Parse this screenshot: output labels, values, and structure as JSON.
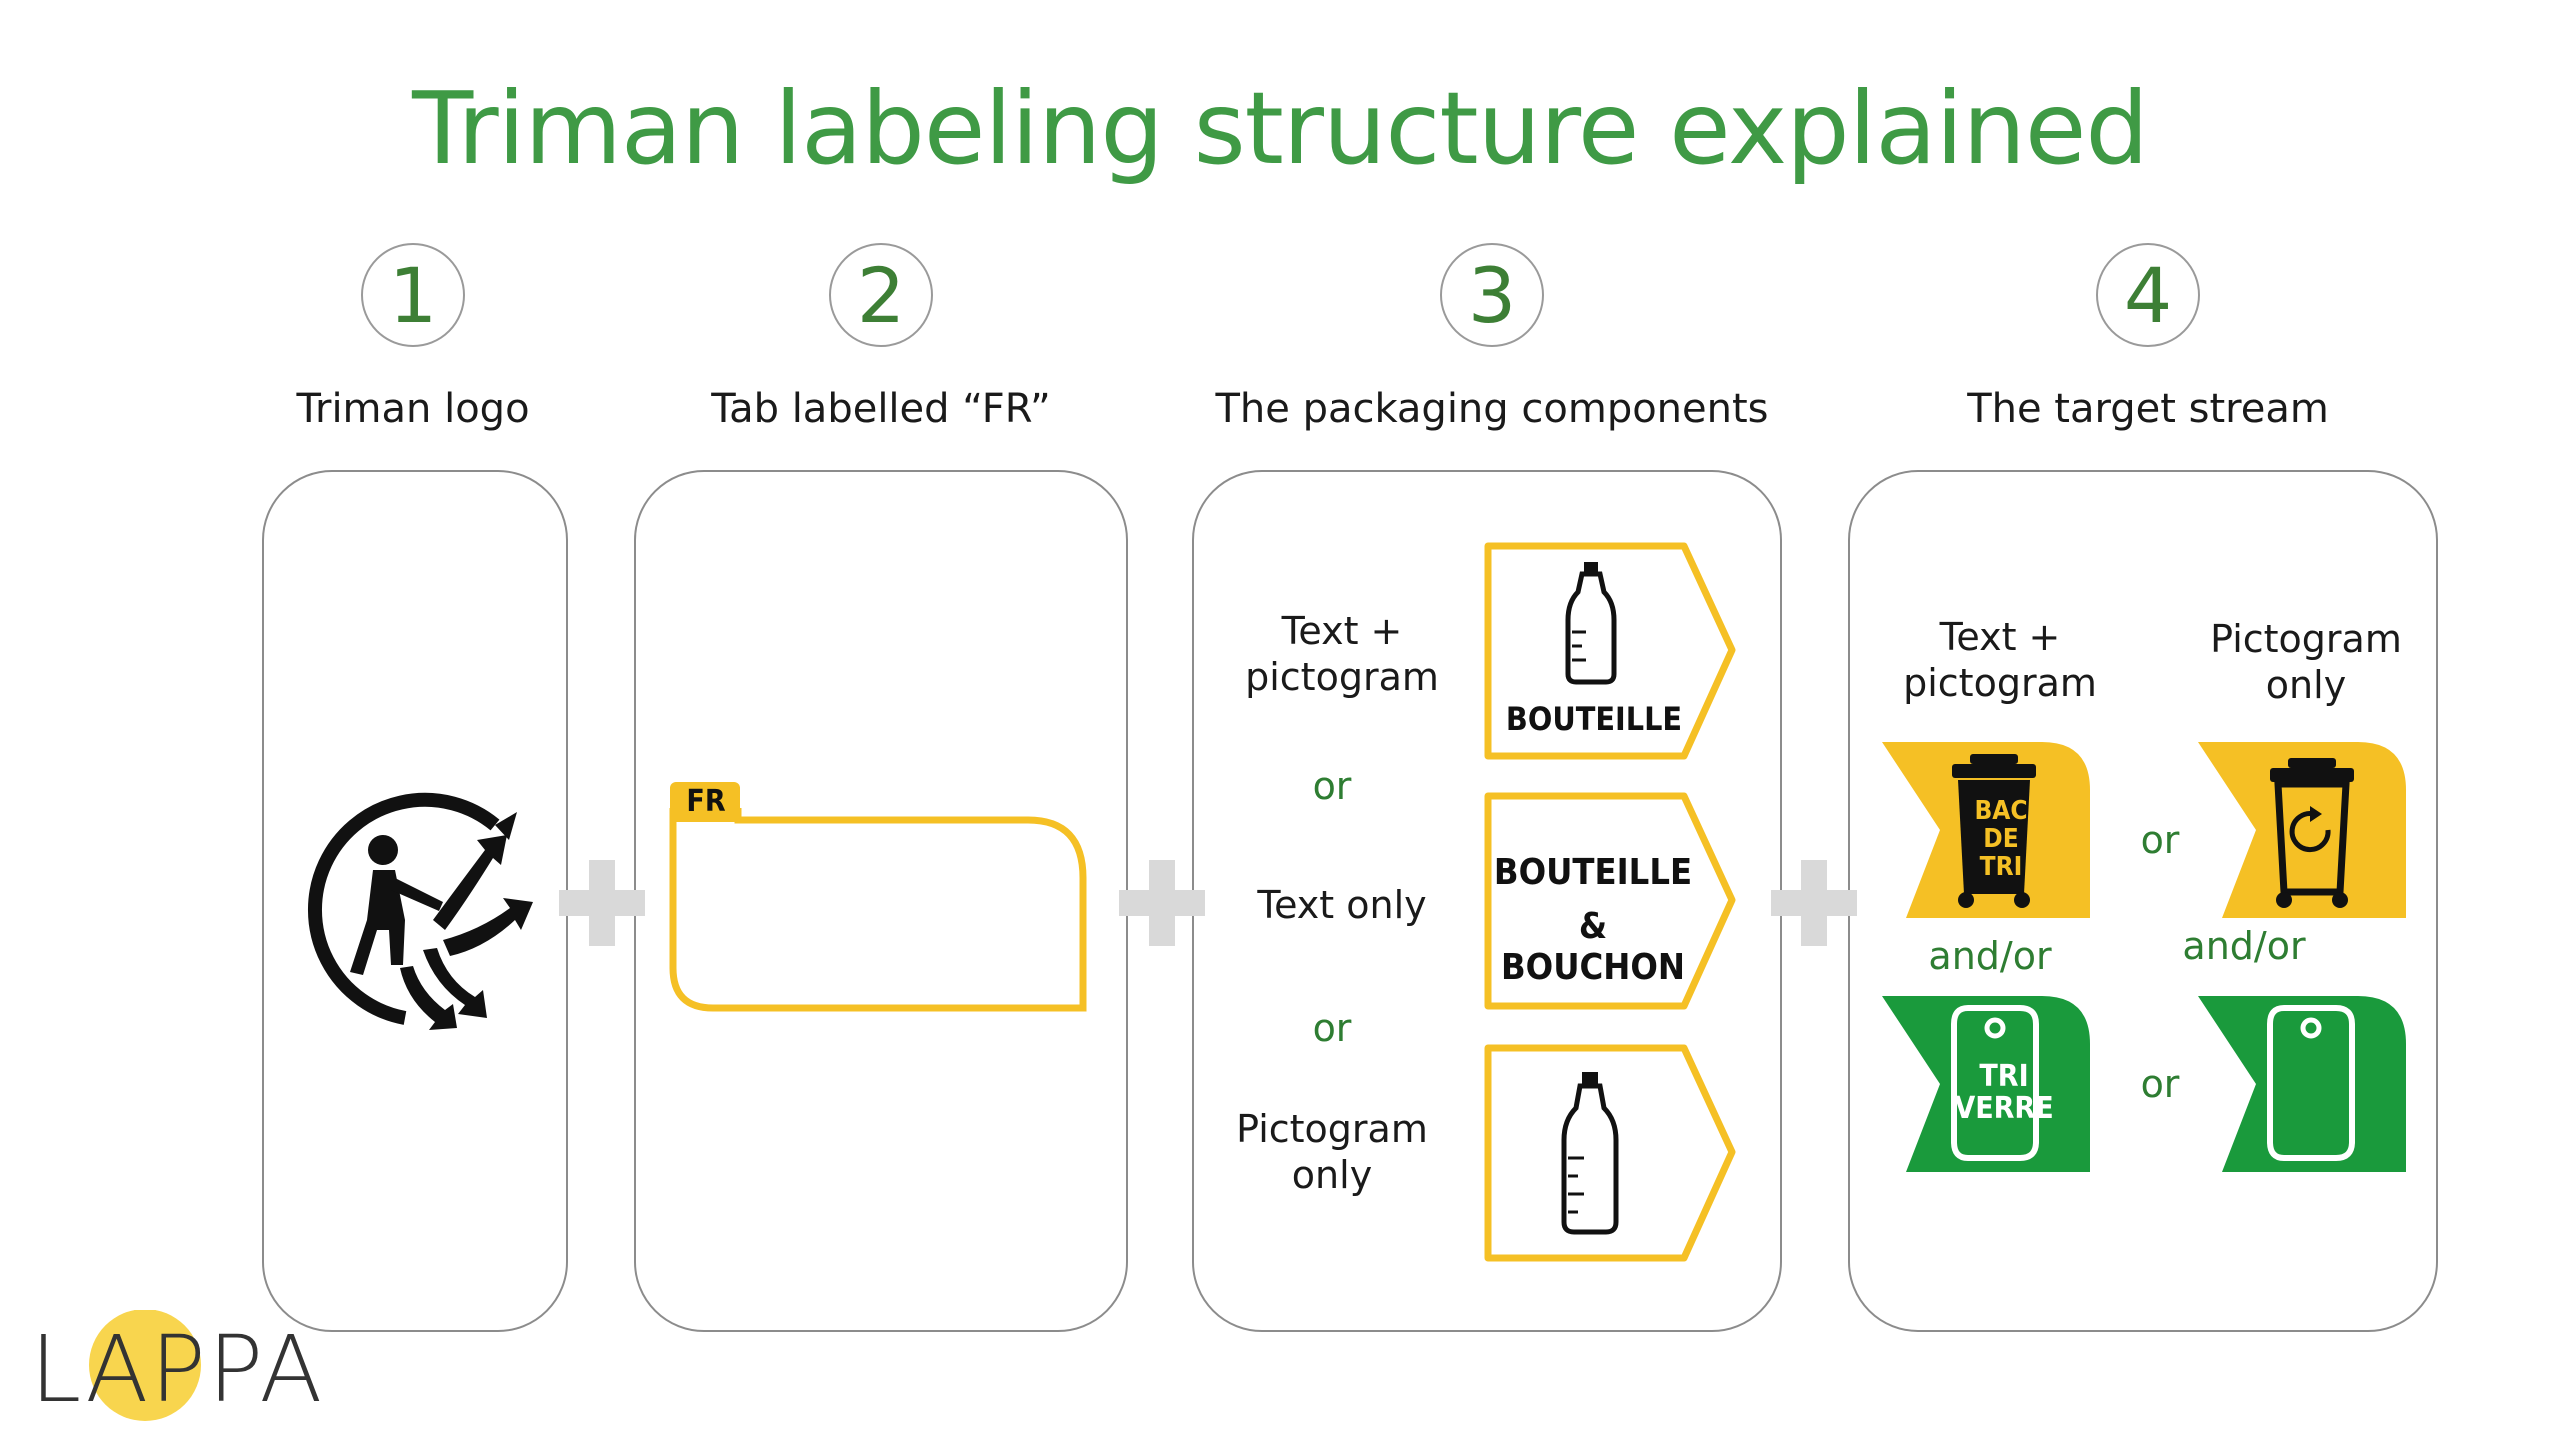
{
  "title": "Triman labeling structure explained",
  "steps": [
    {
      "num": "1",
      "label": "Triman logo"
    },
    {
      "num": "2",
      "label": "Tab labelled “FR”"
    },
    {
      "num": "3",
      "label": "The packaging components"
    },
    {
      "num": "4",
      "label": "The target stream"
    }
  ],
  "tab": {
    "code": "FR"
  },
  "components": {
    "text_pictogram": "Text +\npictogram",
    "or1": "or",
    "text_only": "Text only",
    "or2": "or",
    "pictogram_only": "Pictogram\nonly",
    "tag1_text": "BOUTEILLE",
    "tag2_line1": "BOUTEILLE",
    "tag2_line2": "& BOUCHON"
  },
  "stream": {
    "col1": "Text +\npictogram",
    "col2": "Pictogram\nonly",
    "or_top": "or",
    "or_bottom": "or",
    "andor_left": "and/or",
    "andor_right": "and/or",
    "bin_text": [
      "BAC",
      "DE",
      "TRI"
    ],
    "glass_text": [
      "TRI",
      "VERRE"
    ]
  },
  "logo": {
    "text": "LAPPA"
  },
  "colors": {
    "title_green": "#3f9a45",
    "accent_yellow": "#f5c025",
    "glass_green": "#1a9a3c",
    "plus_gray": "#d9d9d9"
  }
}
